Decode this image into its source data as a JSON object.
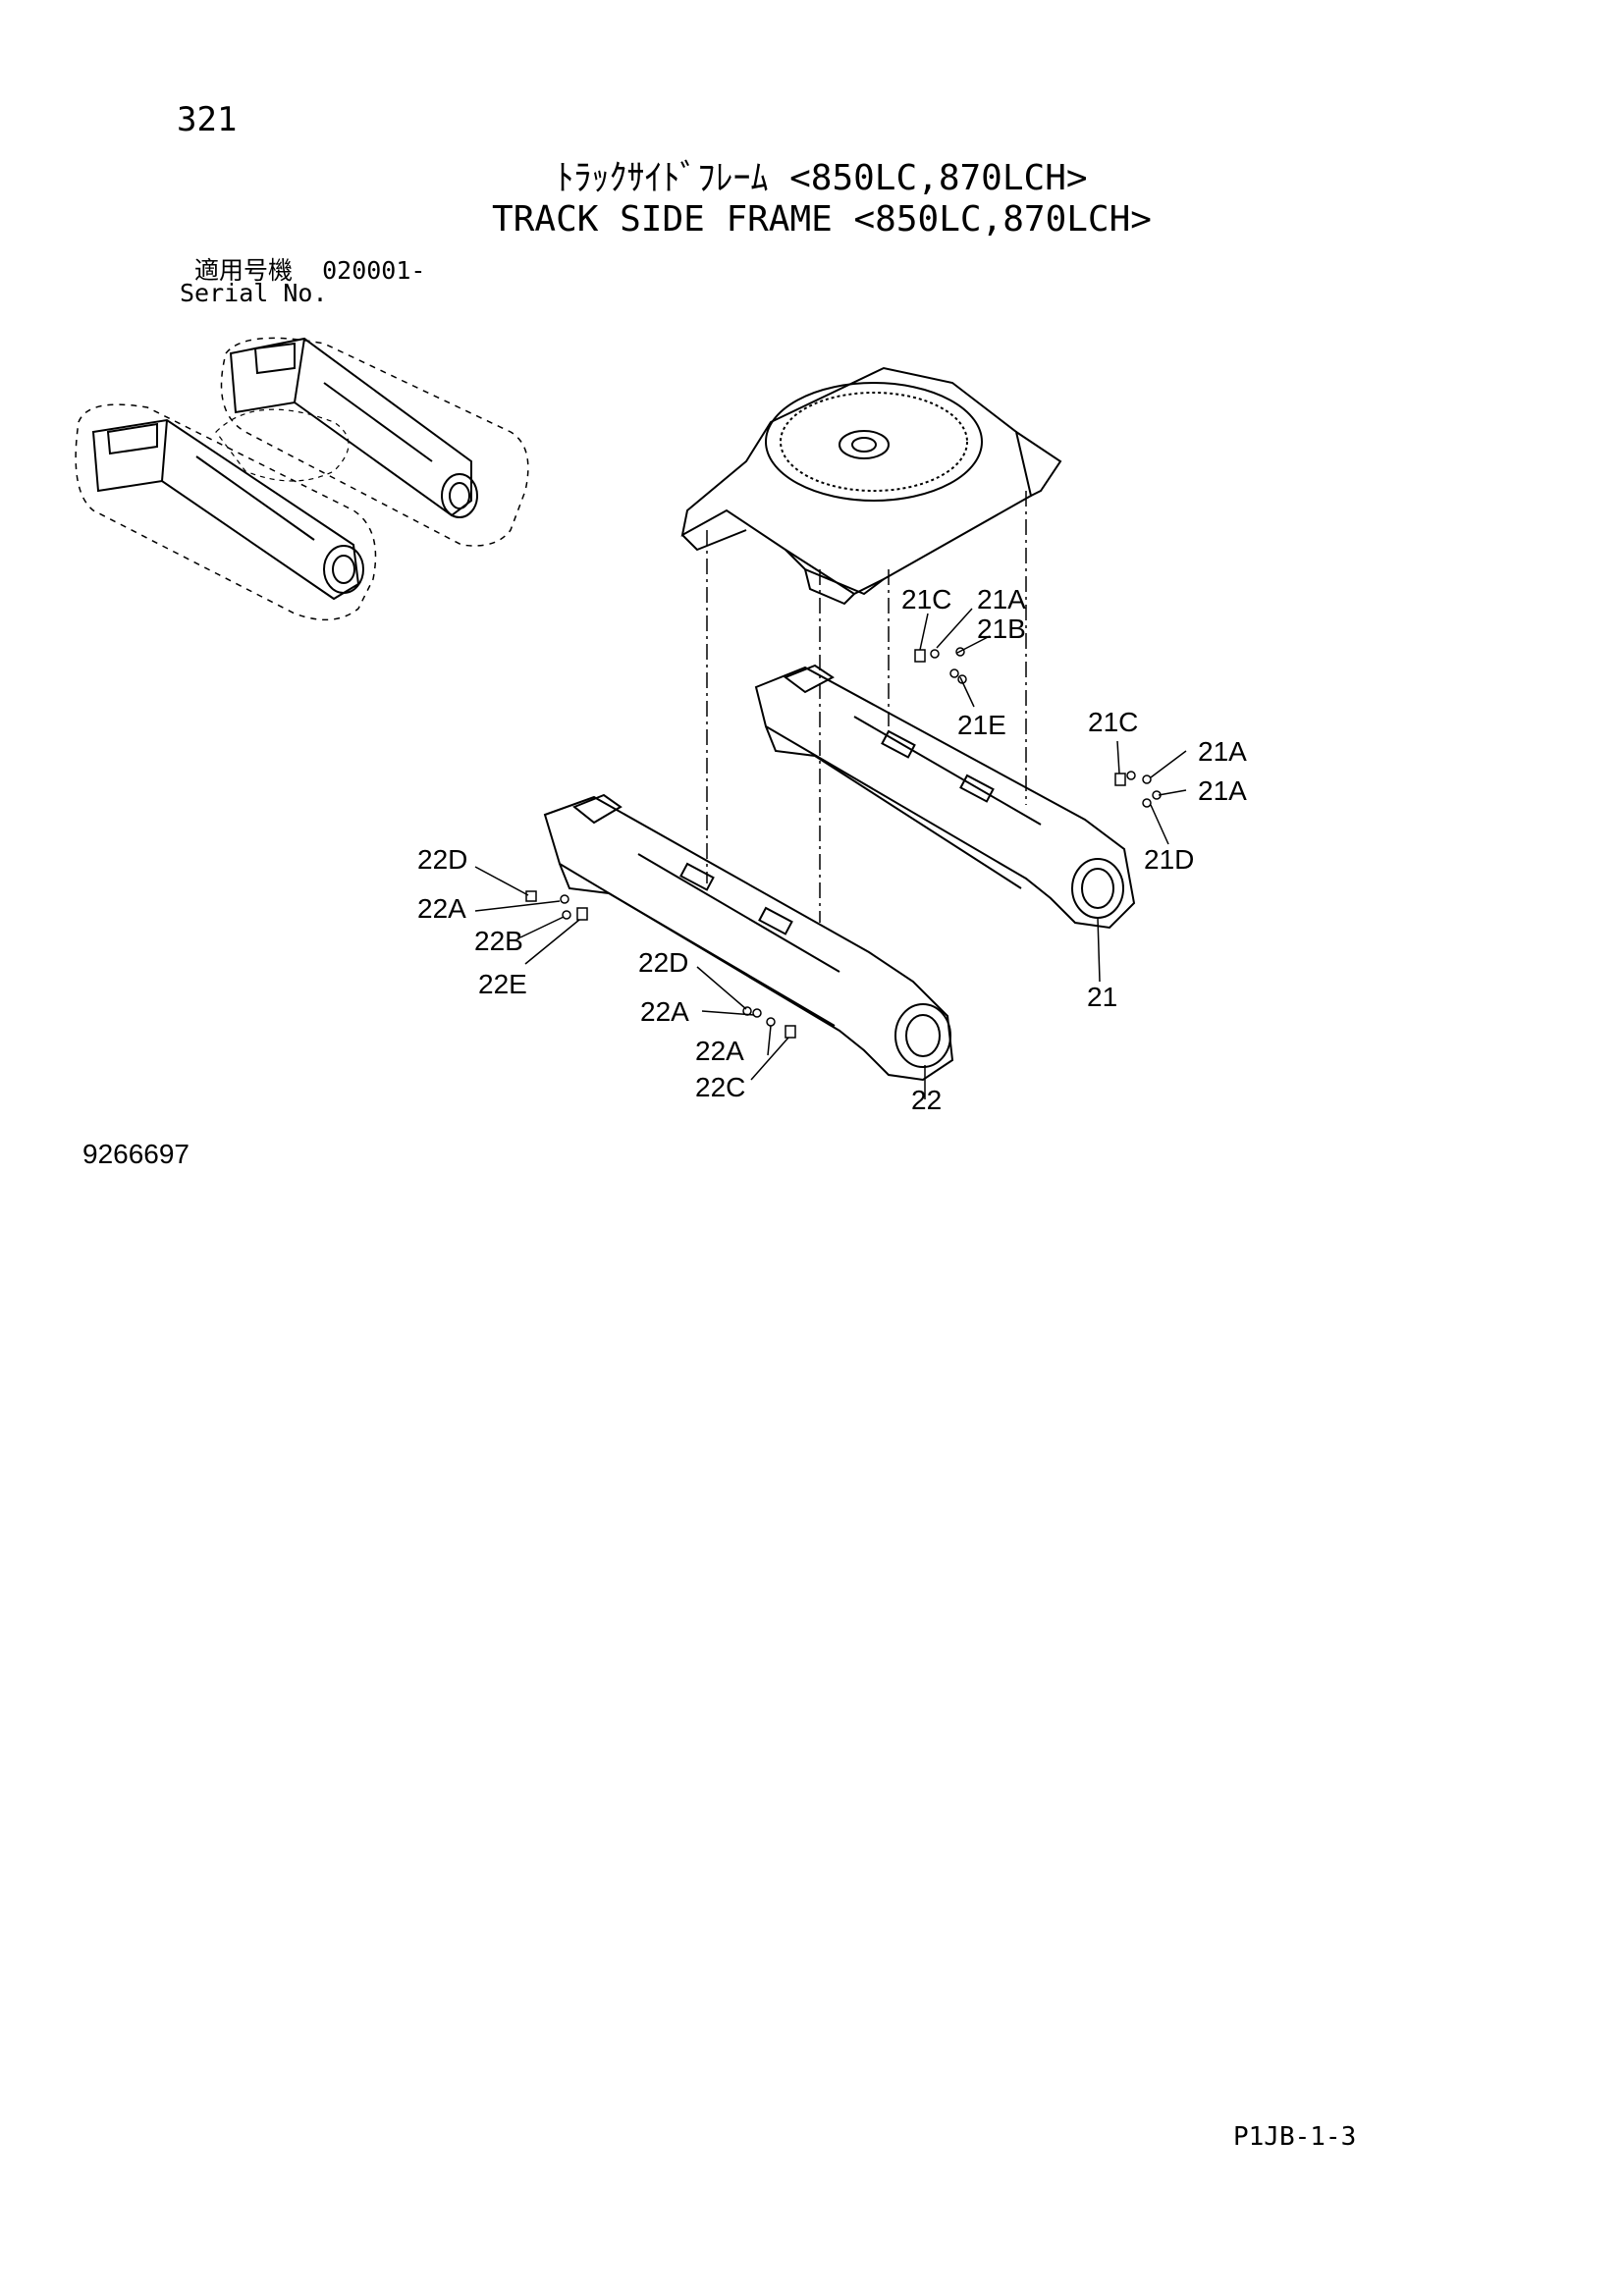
{
  "header": {
    "page_number": "321",
    "title_jp": "ﾄﾗｯｸｻｲﾄﾞﾌﾚｰﾑ <850LC,870LCH>",
    "title_en": "TRACK SIDE FRAME <850LC,870LCH>",
    "serial_jp": "適用号機  020001-",
    "serial_label": "Serial No."
  },
  "callouts": {
    "c21C_top": "21C",
    "c21A_top": "21A",
    "c21B": "21B",
    "c21E": "21E",
    "c21C_right": "21C",
    "c21A_right1": "21A",
    "c21A_right2": "21A",
    "c21D": "21D",
    "c21": "21",
    "c22D_left": "22D",
    "c22A_left": "22A",
    "c22B": "22B",
    "c22E": "22E",
    "c22D_mid": "22D",
    "c22A_mid": "22A",
    "c22A_low": "22A",
    "c22C": "22C",
    "c22": "22"
  },
  "footer": {
    "drawing_number": "9266697",
    "sheet_ref": "P1JB-1-3"
  }
}
